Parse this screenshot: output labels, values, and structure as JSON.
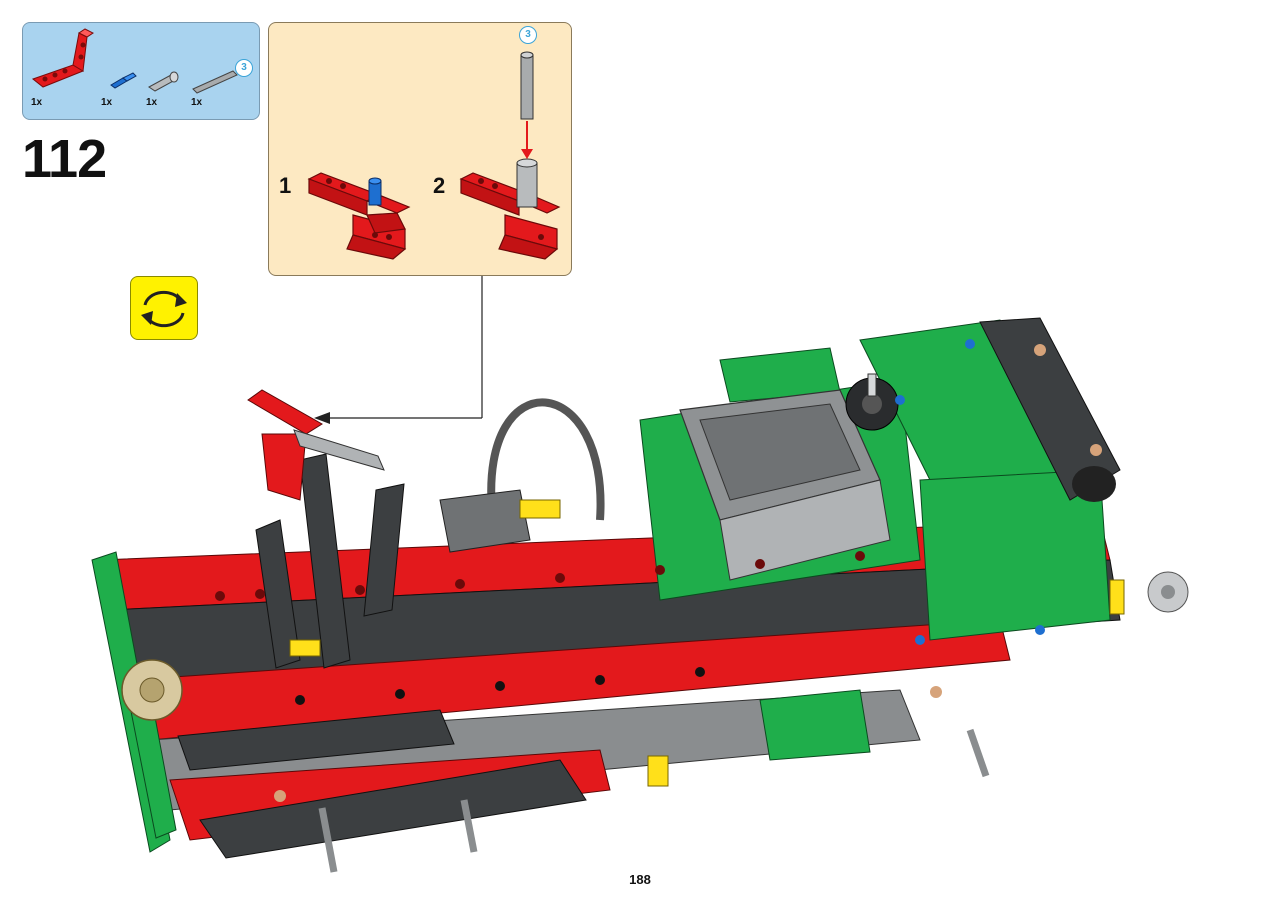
{
  "parts_list": {
    "items": [
      {
        "part": "red-l-beam",
        "qty": "1x"
      },
      {
        "part": "blue-axle-pin",
        "qty": "1x"
      },
      {
        "part": "grey-connector",
        "qty": "1x"
      },
      {
        "part": "grey-axle",
        "qty": "1x",
        "length_label": "3"
      }
    ]
  },
  "step": {
    "number": "112"
  },
  "sub_assembly": {
    "steps": [
      {
        "number": "1"
      },
      {
        "number": "2"
      }
    ],
    "axle_length_label": "3"
  },
  "rotate_model": {
    "icon": "rotate-icon"
  },
  "page": {
    "number": "188"
  },
  "colors": {
    "parts_box_bg": "#a9d3ef",
    "sub_box_bg": "#fde9c2",
    "rotate_bg": "#fff200",
    "brick_red": "#e3191c",
    "brick_green": "#1fae4b",
    "brick_grey": "#8a8d8f",
    "dark_grey": "#3c3f41"
  }
}
